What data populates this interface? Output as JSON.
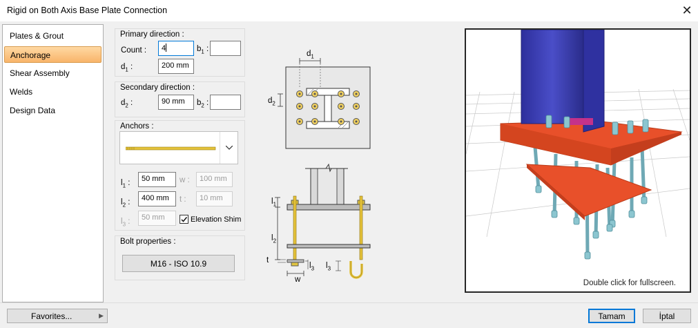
{
  "window": {
    "title": "Rigid on Both Axis Base Plate Connection"
  },
  "sidebar": {
    "items": [
      {
        "label": "Plates & Grout"
      },
      {
        "label": "Anchorage"
      },
      {
        "label": "Shear Assembly"
      },
      {
        "label": "Welds"
      },
      {
        "label": "Design Data"
      }
    ],
    "selected": "Anchorage"
  },
  "primary": {
    "title": "Primary direction :",
    "count_label": "Count :",
    "count_value": "4",
    "b1_label": "b",
    "b1_sub": "1",
    "b1_value": "",
    "d1_label": "d",
    "d1_sub": "1",
    "d1_value": "200 mm"
  },
  "secondary": {
    "title": "Secondary direction :",
    "d2_label": "d",
    "d2_sub": "2",
    "d2_value": "90 mm",
    "b2_label": "b",
    "b2_sub": "2",
    "b2_value": ""
  },
  "anchors": {
    "title": "Anchors :",
    "l1_label": "l",
    "l1_sub": "1",
    "l1_value": "50 mm",
    "w_label": "w :",
    "w_value": "100 mm",
    "l2_label": "l",
    "l2_sub": "2",
    "l2_value": "400 mm",
    "t_label": "t :",
    "t_value": "10 mm",
    "l3_label": "l",
    "l3_sub": "3",
    "l3_value": "50 mm",
    "elevation_shim_label": "Elevation Shim",
    "elevation_shim_checked": true
  },
  "bolt": {
    "title": "Bolt properties :",
    "button_label": "M16 - ISO 10.9"
  },
  "diagram": {
    "d1": "d",
    "d1_sub": "1",
    "d2": "d",
    "d2_sub": "2",
    "l1": "l",
    "l1_sub": "1",
    "l2": "l",
    "l2_sub": "2",
    "l3": "l",
    "l3_sub": "3",
    "t": "t",
    "w": "w"
  },
  "viewer": {
    "hint": "Double click for fullscreen."
  },
  "footer": {
    "favorites_label": "Favorites...",
    "ok_label": "Tamam",
    "cancel_label": "İptal"
  },
  "colors": {
    "selection": "#f8b46a",
    "column": "#3b3fb4",
    "plate": "#e8502a",
    "bolt": "#9fd4dc",
    "rod": "#e4c23a",
    "focus": "#0078d7"
  }
}
